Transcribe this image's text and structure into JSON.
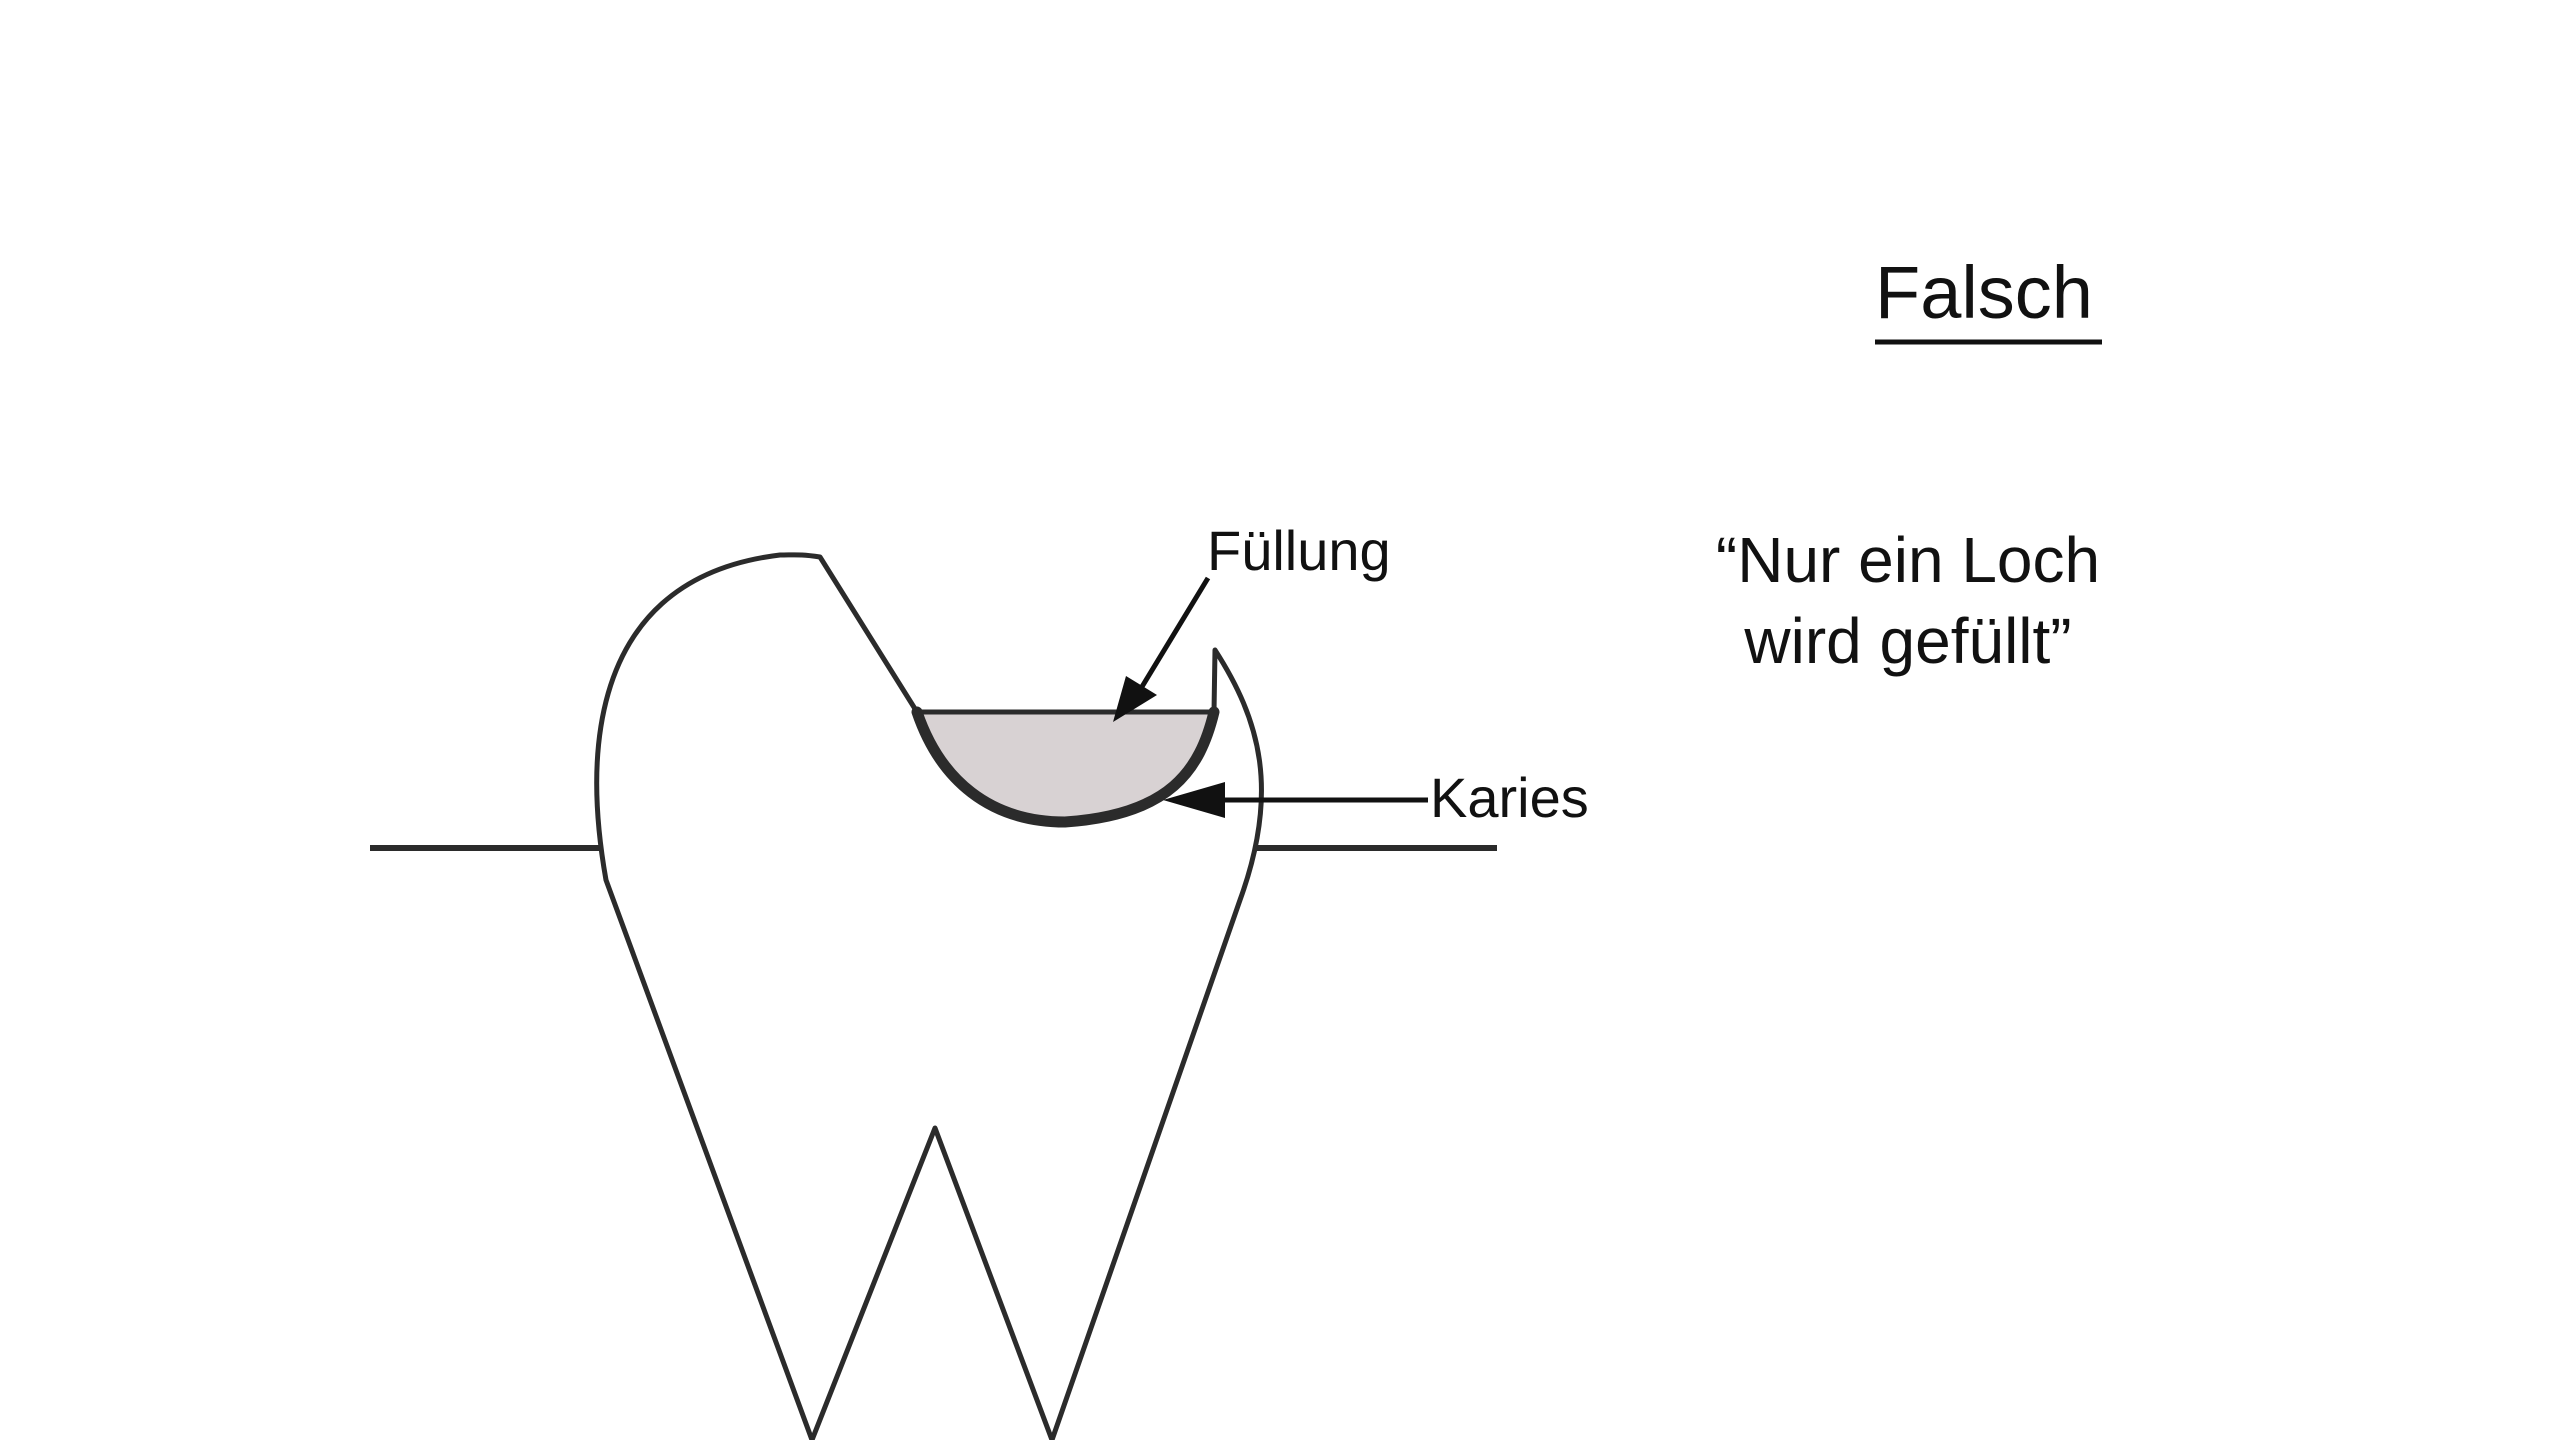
{
  "title": "Falsch",
  "caption": {
    "line1": "“Nur ein Loch",
    "line2": "wird gefüllt”"
  },
  "labels": {
    "filling": "Füllung",
    "caries": "Karies"
  },
  "colors": {
    "outline": "#2b2b2b",
    "filling_fill": "#d8d2d3",
    "text": "#111111",
    "background": "#ffffff"
  }
}
